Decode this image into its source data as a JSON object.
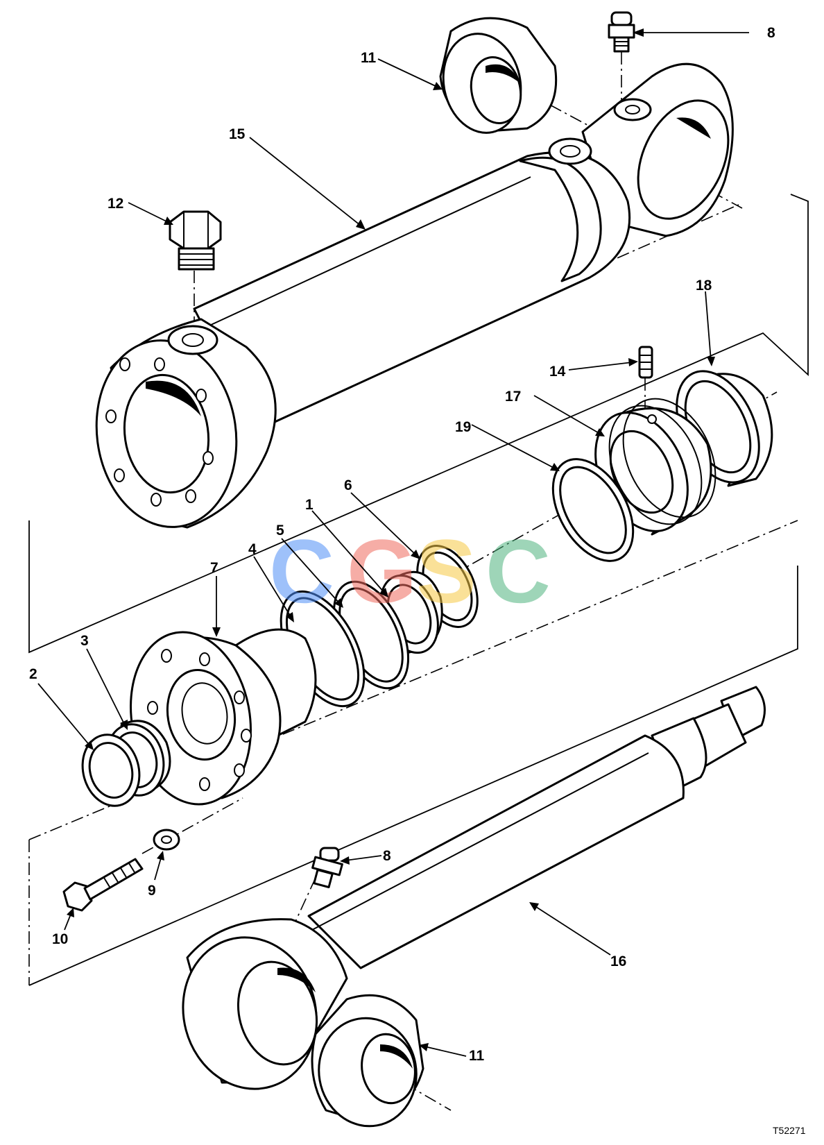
{
  "diagram": {
    "figure_code": "T52271",
    "watermark": {
      "letters": [
        "C",
        "G",
        "S",
        "C"
      ],
      "colors": [
        "#4f8ff7",
        "#ef6b5f",
        "#f6c945",
        "#4fb47f"
      ]
    },
    "callouts": [
      "1",
      "2",
      "3",
      "4",
      "5",
      "6",
      "7",
      "8",
      "8",
      "9",
      "10",
      "11",
      "11",
      "12",
      "14",
      "15",
      "16",
      "17",
      "18",
      "19"
    ],
    "parts": {
      "barrel": "15",
      "rod": "16",
      "head": "7",
      "piston": "17",
      "wear_ring": "18",
      "piston_seal": "19",
      "set_screw": "14",
      "plug": "12",
      "bolt": "10",
      "washer": "9",
      "grease_fitting": "8",
      "bushing": "11"
    }
  }
}
